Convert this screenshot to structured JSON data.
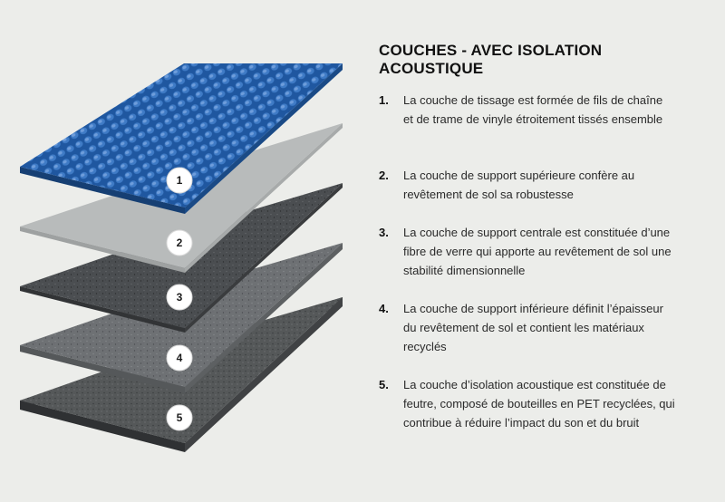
{
  "title": "COUCHES - AVEC ISOLATION ACOUSTIQUE",
  "layers": [
    {
      "number": "1",
      "marker": "1.",
      "description": "La couche de tissage est formée de fils de chaîne et de trame de vinyle étroitement tissés ensemble",
      "color": "#1f5aa6",
      "name": "woven-vinyl-layer"
    },
    {
      "number": "2",
      "marker": "2.",
      "description": "La couche de support supérieure confère au revêtement de sol sa robustesse",
      "color": "#b9bcbc",
      "name": "upper-support-layer"
    },
    {
      "number": "3",
      "marker": "3.",
      "description": "La couche de support centrale est constituée d’une fibre de verre qui apporte au revêtement de sol une stabilité dimensionnelle",
      "color": "#4c4f52",
      "name": "central-fiberglass-layer"
    },
    {
      "number": "4",
      "marker": "4.",
      "description": "La couche de support inférieure définit l’épaisseur du revêtement de sol et contient les matériaux recyclés",
      "color": "#6f7275",
      "name": "lower-support-layer"
    },
    {
      "number": "5",
      "marker": "5.",
      "description": "La couche d’isolation acoustique est constituée de feutre, composé de bouteilles en PET recyclées, qui contribue à réduire l’impact du son et du bruit",
      "color": "#525558",
      "name": "acoustic-felt-layer"
    }
  ]
}
